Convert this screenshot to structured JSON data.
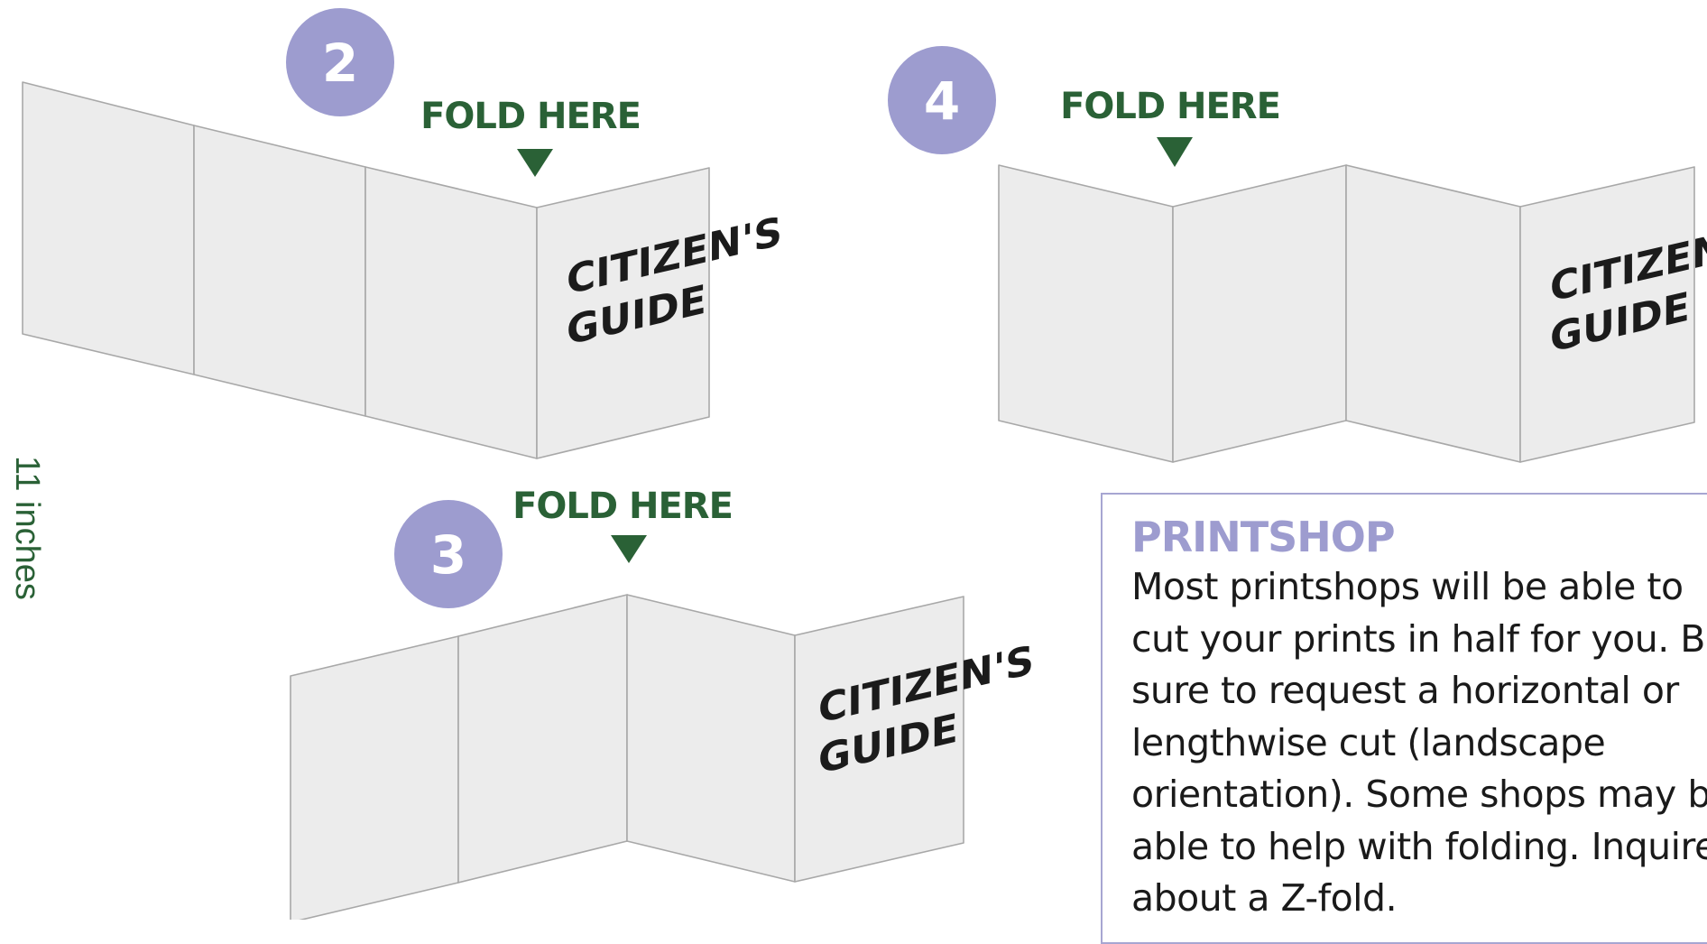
{
  "steps": [
    {
      "number": "2",
      "fold_label": "FOLD HERE",
      "cover_line1": "CITIZEN'S",
      "cover_line2": "GUIDE"
    },
    {
      "number": "3",
      "fold_label": "FOLD HERE",
      "cover_line1": "CITIZEN'S",
      "cover_line2": "GUIDE"
    },
    {
      "number": "4",
      "fold_label": "FOLD HERE",
      "cover_line1": "CITIZEN'S",
      "cover_line2": "GUIDE"
    }
  ],
  "side_label": "11 inches",
  "printshop": {
    "title": "PRINTSHOP",
    "body": "Most printshops will be able to cut your prints in half for you. Be sure to request a horizontal or lengthwise cut (landscape orientation). Some shops may be able to help with folding. Inquire about a Z-fold."
  },
  "colors": {
    "badge": "#9d9ccf",
    "fold_green": "#2a6136",
    "panel_fill": "#ececec",
    "panel_stroke": "#a8a8a8"
  }
}
